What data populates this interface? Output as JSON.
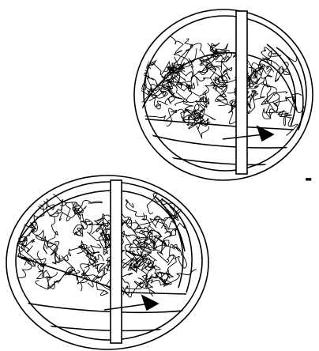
{
  "figure": {
    "panels": [
      {
        "id": "top",
        "description_name": "upper-ellipse-panel"
      },
      {
        "id": "bottom",
        "description_name": "lower-ellipse-panel"
      }
    ],
    "separator_mark": "-",
    "colors": {
      "stroke": "#000000",
      "background": "#ffffff"
    }
  }
}
